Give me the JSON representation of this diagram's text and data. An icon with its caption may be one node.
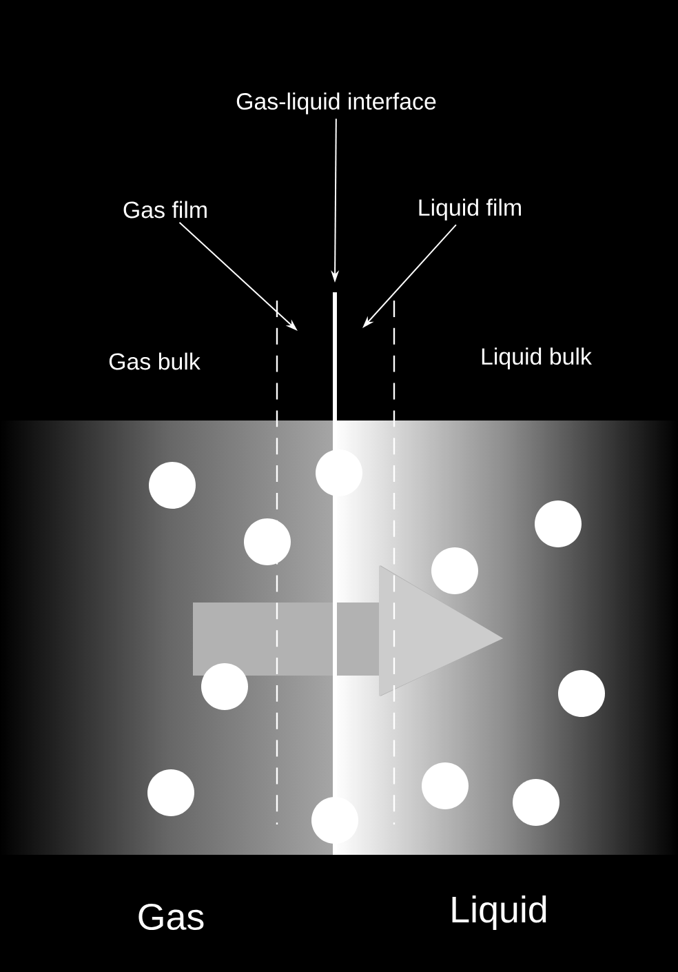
{
  "diagram": {
    "nodes": [
      {
        "text": [
          "Gas-liquid interface"
        ]
      },
      {
        "text": [
          "Gas film"
        ]
      },
      {
        "text": [
          "Liquid film"
        ]
      }
    ],
    "edges": [
      {
        "from": 0,
        "to": null,
        "arrow": "to"
      },
      {
        "from": 1,
        "to": null,
        "arrow": "to"
      },
      {
        "from": 2,
        "to": null,
        "arrow": "to"
      }
    ],
    "labels": [
      "Gas bulk",
      "Liquid bulk",
      "Gas",
      "Liquid"
    ]
  }
}
